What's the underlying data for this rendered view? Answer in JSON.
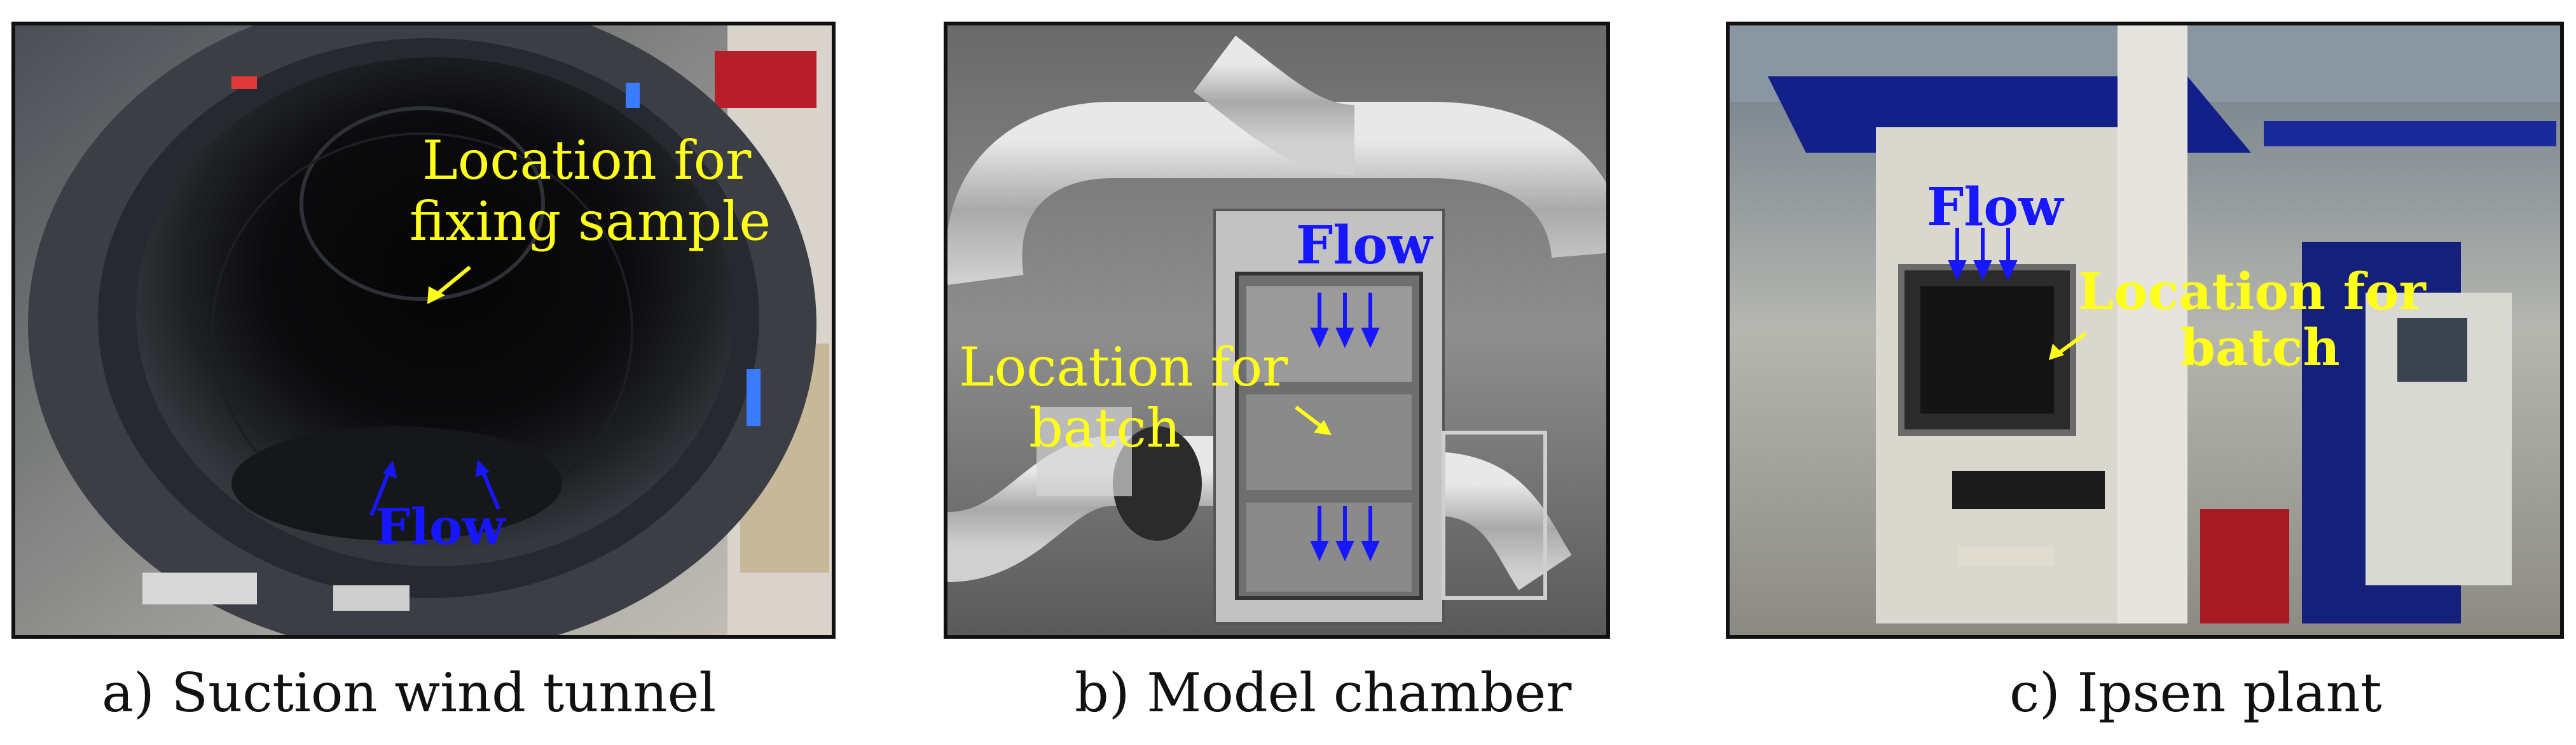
{
  "colors": {
    "annotation_yellow": "#ffff1a",
    "annotation_blue": "#1616ff"
  },
  "panels": {
    "a": {
      "caption": "a) Suction wind tunnel",
      "location_line1": "Location for",
      "location_line2": "fixing sample",
      "flow_label": "Flow"
    },
    "b": {
      "caption": "b) Model chamber",
      "flow_label": "Flow",
      "location_line1": "Location for",
      "location_line2": "batch"
    },
    "c": {
      "caption": "c) Ipsen plant",
      "flow_label": "Flow",
      "location_line1": "Location for",
      "location_line2": "batch"
    }
  }
}
